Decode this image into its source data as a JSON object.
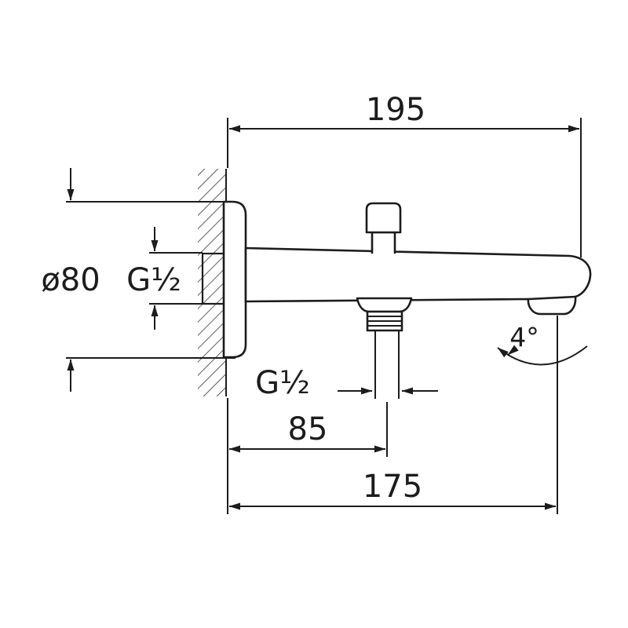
{
  "labels": {
    "width_overall": "195",
    "flange_diameter": "ø80",
    "wall_thread": "G½",
    "outlet_thread": "G½",
    "outlet_distance": "85",
    "tip_distance": "175",
    "spout_angle": "4°"
  }
}
